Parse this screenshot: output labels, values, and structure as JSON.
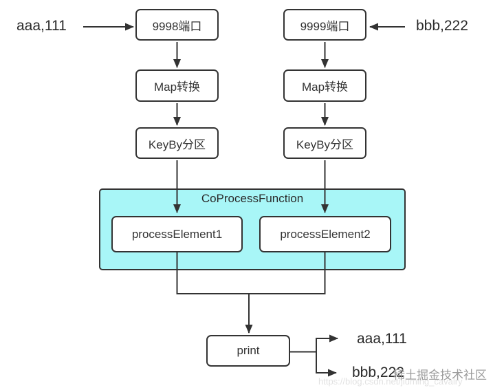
{
  "diagram": {
    "input_left": {
      "label": "aaa,111"
    },
    "input_right": {
      "label": "bbb,222"
    },
    "pipeline_left": {
      "source": "9998端口",
      "map": "Map转换",
      "keyby": "KeyBy分区"
    },
    "pipeline_right": {
      "source": "9999端口",
      "map": "Map转换",
      "keyby": "KeyBy分区"
    },
    "coprocess": {
      "title": "CoProcessFunction",
      "element1": "processElement1",
      "element2": "processElement2"
    },
    "sink": {
      "label": "print"
    },
    "output_top": {
      "label": "aaa,111"
    },
    "output_bottom": {
      "label": "bbb,222"
    },
    "colors": {
      "line": "#333333",
      "box_border": "#333333",
      "box_fill": "#ffffff",
      "coprocess_fill": "#a8f6f7",
      "text": "#333333",
      "watermark_text": "#9c9c9c"
    }
  },
  "watermark": {
    "site": "稀土掘金技术社区",
    "url": "https://blog.csdn.net/jiuming_cavalry"
  }
}
